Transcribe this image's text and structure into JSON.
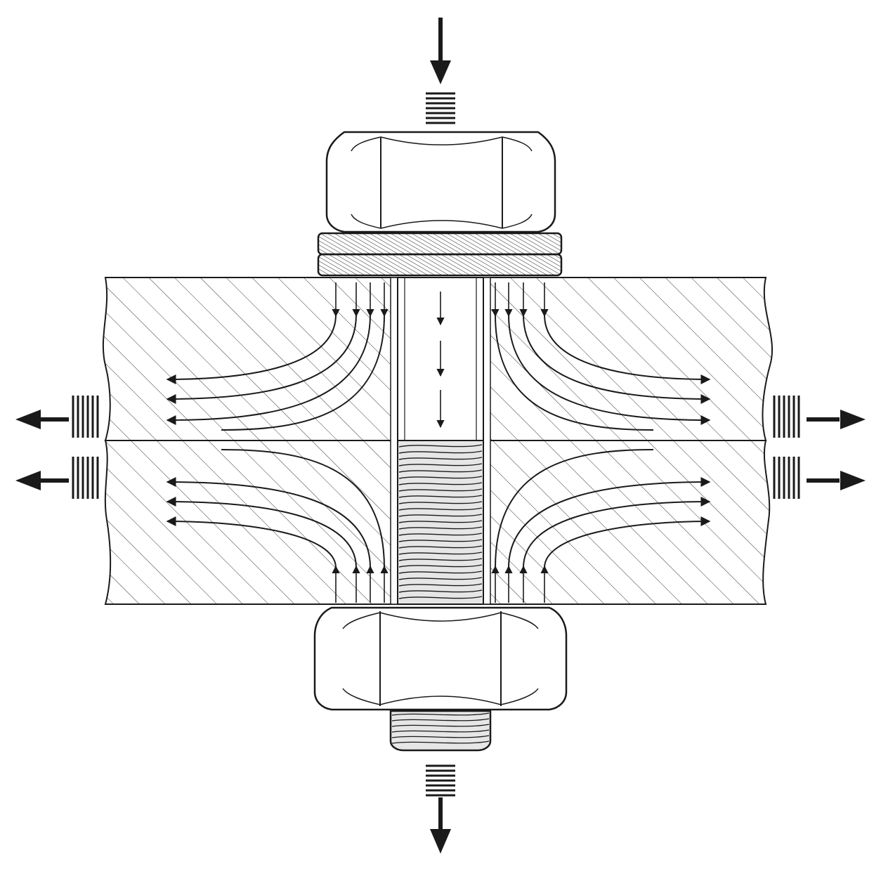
{
  "diagram": {
    "subject": "bolted-joint-cross-section",
    "colors": {
      "ink": "#1a1a1a",
      "background": "#ffffff",
      "hatch": "#3a3a3a",
      "thread_fill": "#e6e6e6"
    },
    "components": {
      "top_nut": {
        "type": "hex-nut"
      },
      "washer": {
        "type": "flat-washer",
        "layers": 2
      },
      "upper_plate": {
        "type": "plate",
        "hatch": "diagonal"
      },
      "lower_plate": {
        "type": "plate",
        "hatch": "diagonal"
      },
      "bolt_shank": {
        "type": "unthreaded-shank"
      },
      "bolt_thread": {
        "type": "threaded-shank"
      },
      "bottom_nut": {
        "type": "hex-nut"
      },
      "bolt_tip": {
        "type": "threaded-end"
      }
    },
    "force_indicators": {
      "clamp_load_top": {
        "direction": "down"
      },
      "clamp_load_bottom": {
        "direction": "down"
      },
      "shank_flow": {
        "direction": "down",
        "count": 3
      },
      "plate_flow_lines_per_quadrant": 4,
      "lateral_arrows": [
        "left",
        "left",
        "right",
        "right"
      ]
    }
  }
}
